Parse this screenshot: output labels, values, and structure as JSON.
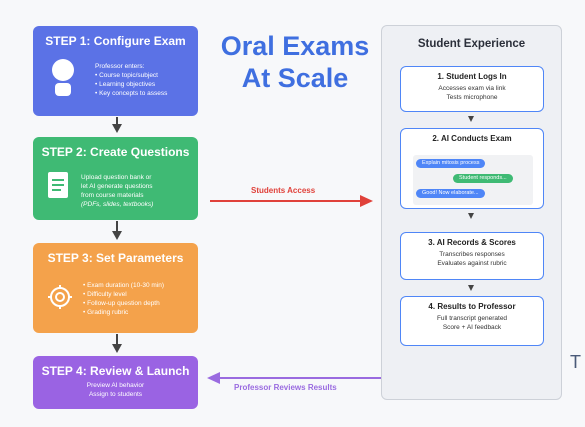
{
  "headline": {
    "line1": "Oral Exams",
    "line2": "At Scale"
  },
  "steps": [
    {
      "title": "STEP 1: Configure Exam",
      "intro": "Professor enters:",
      "items": [
        "Course topic/subject",
        "Learning objectives",
        "Key concepts to assess"
      ]
    },
    {
      "title": "STEP 2: Create Questions",
      "lines": [
        "Upload question bank or",
        "let AI generate questions",
        "from course materials"
      ],
      "note": "(PDFs, slides, textbooks)"
    },
    {
      "title": "STEP 3: Set Parameters",
      "items": [
        "Exam duration (10-30 min)",
        "Difficulty level",
        "Follow-up question depth",
        "Grading rubric"
      ]
    },
    {
      "title": "STEP 4: Review & Launch",
      "lines": [
        "Preview AI behavior",
        "Assign to students"
      ]
    }
  ],
  "panel": {
    "title": "Student Experience",
    "cards": [
      {
        "title": "1. Student Logs In",
        "lines": [
          "Accesses exam via link",
          "Tests microphone"
        ]
      },
      {
        "title": "2. AI Conducts Exam",
        "chat": [
          "Explain mitosis process",
          "Student responds...",
          "Good! Now elaborate..."
        ]
      },
      {
        "title": "3. AI Records & Scores",
        "lines": [
          "Transcribes responses",
          "Evaluates against rubric"
        ]
      },
      {
        "title": "4. Results to Professor",
        "lines": [
          "Full transcript generated",
          "Score + AI feedback"
        ]
      }
    ]
  },
  "connectors": {
    "students_access": "Students Access",
    "professor_reviews": "Professor Reviews Results"
  },
  "edge_letter": "T",
  "colors": {
    "step1": "#5b72e6",
    "step2": "#3fba74",
    "step3": "#f4a24b",
    "step4": "#9a63e3",
    "red_arrow": "#e0413a",
    "purple_arrow": "#9a6be0",
    "headline": "#3f6fe0",
    "card_border": "#4f86f7"
  }
}
